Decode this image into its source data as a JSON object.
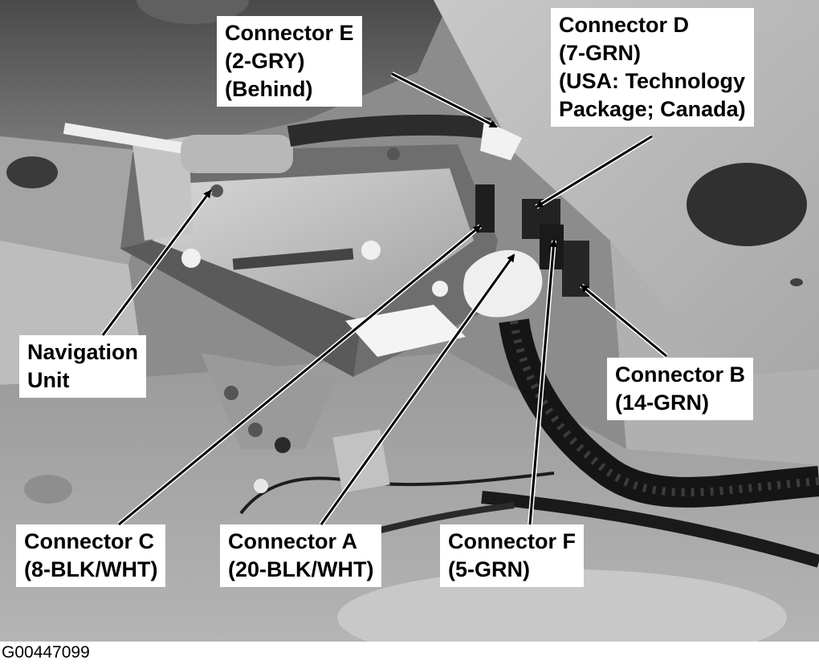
{
  "callouts": {
    "connector_e": {
      "lines": [
        "Connector E",
        "(2-GRY)",
        "(Behind)"
      ]
    },
    "connector_d": {
      "lines": [
        "Connector D",
        "(7-GRN)",
        "(USA: Technology",
        "Package; Canada)"
      ]
    },
    "navigation_unit": {
      "lines": [
        "Navigation",
        "Unit"
      ]
    },
    "connector_b": {
      "lines": [
        "Connector B",
        "(14-GRN)"
      ]
    },
    "connector_c": {
      "lines": [
        "Connector C",
        "(8-BLK/WHT)"
      ]
    },
    "connector_a": {
      "lines": [
        "Connector A",
        "(20-BLK/WHT)"
      ]
    },
    "connector_f": {
      "lines": [
        "Connector F",
        "(5-GRN)"
      ]
    }
  },
  "figure_code": "G00447099"
}
